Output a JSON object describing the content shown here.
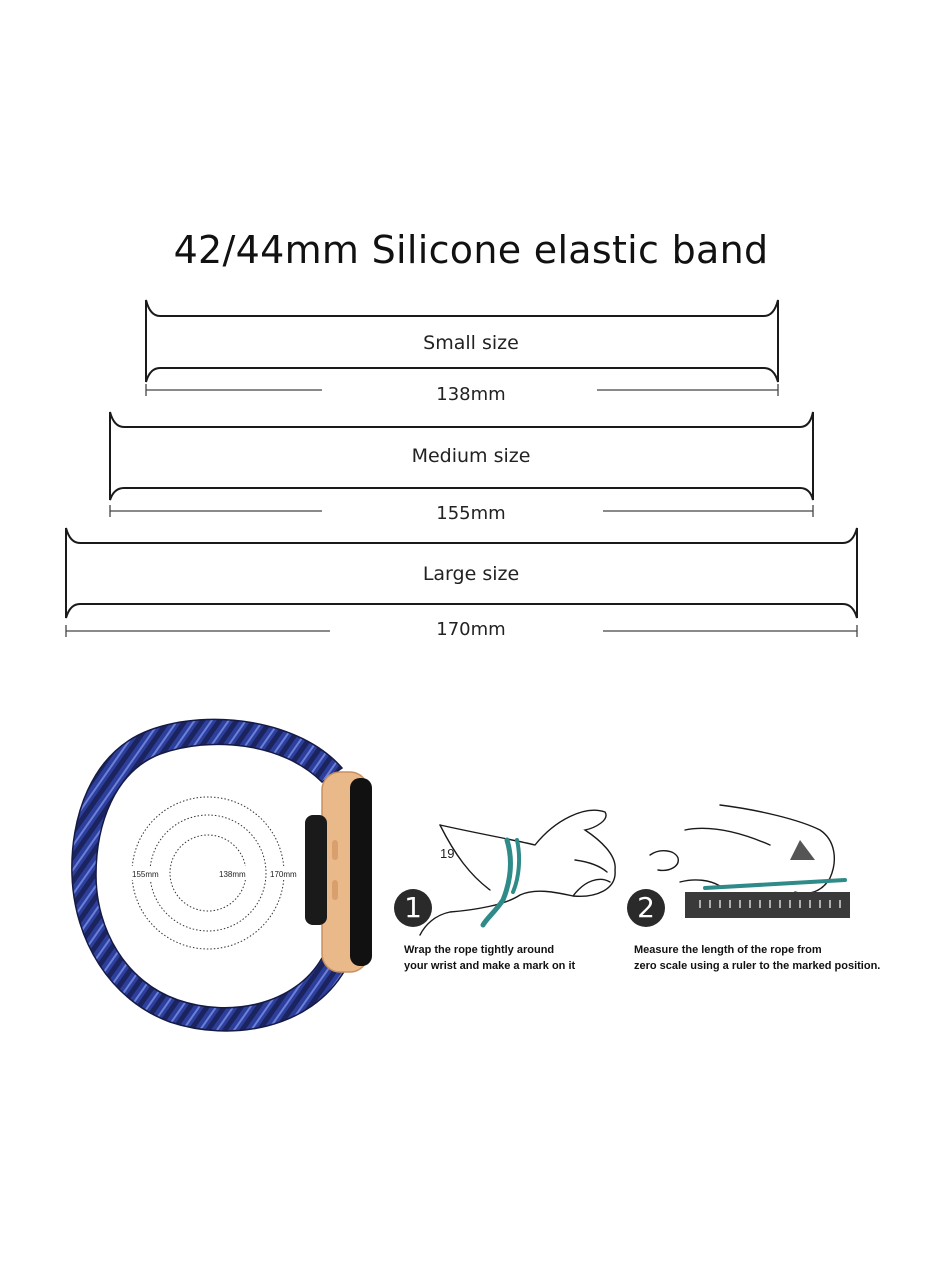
{
  "title": "42/44mm Silicone elastic band",
  "sizes": [
    {
      "name": "Small size",
      "length": "138mm"
    },
    {
      "name": "Medium size",
      "length": "155mm"
    },
    {
      "name": "Large size",
      "length": "170mm"
    }
  ],
  "circle_labels": {
    "large": "170mm",
    "medium": "155mm",
    "small": "138mm"
  },
  "steps": [
    {
      "number": "1",
      "line1": "Wrap the rope tightly around",
      "line2": "your wrist and make a mark on it",
      "mark": "19"
    },
    {
      "number": "2",
      "line1": "Measure the  length of the rope from",
      "line2": "zero  scale using  a ruler to the  marked position."
    }
  ],
  "colors": {
    "band_blue": "#2c3f9c",
    "band_dark": "#1b245e",
    "watch_gold": "#e9b98a",
    "rope": "#2f8a8a",
    "ruler": "#3a3a3a"
  }
}
